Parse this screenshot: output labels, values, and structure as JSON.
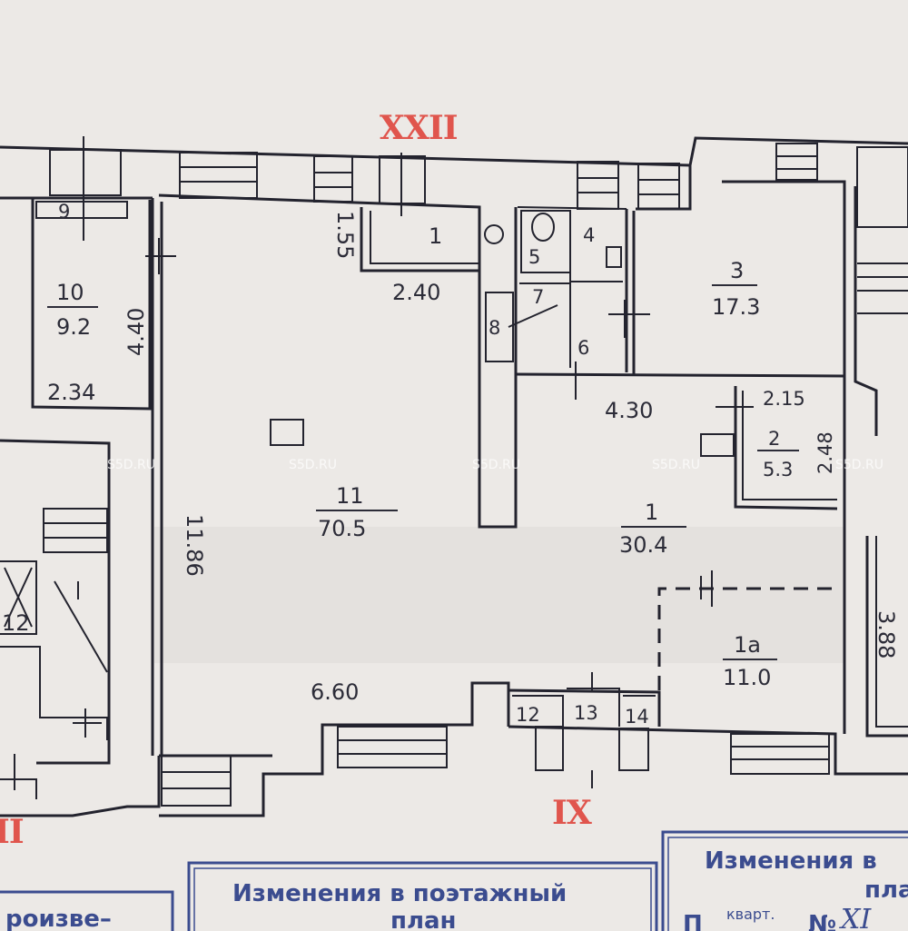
{
  "axes": {
    "top": "XXII",
    "bottom": "IX",
    "left_partial": "II"
  },
  "rooms": [
    {
      "id": "r10",
      "number": "10",
      "area": "9.2"
    },
    {
      "id": "r9",
      "number": "9"
    },
    {
      "id": "r11",
      "number": "11",
      "area": "70.5"
    },
    {
      "id": "r1top",
      "number": "1"
    },
    {
      "id": "r3",
      "number": "3",
      "area": "17.3"
    },
    {
      "id": "r4",
      "number": "4"
    },
    {
      "id": "r5",
      "number": "5"
    },
    {
      "id": "r6",
      "number": "6"
    },
    {
      "id": "r7",
      "number": "7"
    },
    {
      "id": "r8",
      "number": "8"
    },
    {
      "id": "r2",
      "number": "2",
      "area": "5.3"
    },
    {
      "id": "r1",
      "number": "1",
      "area": "30.4"
    },
    {
      "id": "r1a",
      "number": "1а",
      "area": "11.0"
    },
    {
      "id": "r12",
      "number": "12"
    },
    {
      "id": "r13",
      "number": "13"
    },
    {
      "id": "r14",
      "number": "14"
    },
    {
      "id": "r12left",
      "number": "12"
    }
  ],
  "dimensions": {
    "d440": "4.40",
    "d234": "2.34",
    "d1186": "11.86",
    "d155": "1.55",
    "d240": "2.40",
    "d430": "4.30",
    "d215": "2.15",
    "d248": "2.48",
    "d660": "6.60",
    "d388": "3.88"
  },
  "watermark": "S5D.RU",
  "stamps": {
    "left_fragment": "роизве–",
    "middle_title": "Изменения в поэтажный",
    "middle_sub": "план",
    "right_title": "Изменения в",
    "right_sub": "пла",
    "right_line_prefix": "П",
    "right_kvart": "кварт.",
    "right_no": "№",
    "right_hand": "XI"
  },
  "colors": {
    "paper": "#ece9e6",
    "ink": "#23232e",
    "axis_red": "#e0554d",
    "stamp_blue": "#3b4c8f"
  }
}
